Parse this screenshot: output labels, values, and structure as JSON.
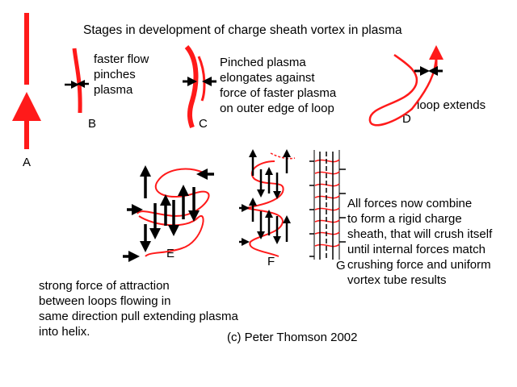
{
  "title": "Stages in development of charge sheath vortex in plasma",
  "labels": {
    "a": "A",
    "b": "B",
    "c": "C",
    "d": "D",
    "e": "E",
    "f": "F",
    "g": "G"
  },
  "captions": {
    "b": "faster flow\npinches\nplasma",
    "c": "Pinched plasma\nelongates against\nforce of faster plasma\non outer edge of loop",
    "d": "loop extends",
    "g": "All forces now combine\nto form a rigid charge\nsheath, that will crush itself\nuntil internal forces match\ncrushing force and uniform\nvortex tube results",
    "e": "strong force of attraction\nbetween loops flowing in\nsame direction pull extending plasma\ninto helix."
  },
  "credit": "(c) Peter Thomson 2002",
  "colors": {
    "plasma": "#ff1a1a",
    "force": "#000000"
  }
}
